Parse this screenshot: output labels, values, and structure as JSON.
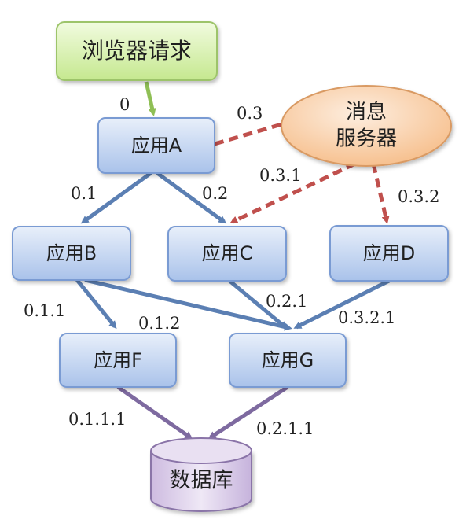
{
  "nodes": {
    "browser_request": "浏览器请求",
    "app_a": "应用A",
    "message_server_line1": "消息",
    "message_server_line2": "服务器",
    "app_b": "应用B",
    "app_c": "应用C",
    "app_d": "应用D",
    "app_f": "应用F",
    "app_g": "应用G",
    "database": "数据库"
  },
  "edges": [
    {
      "from": "browser_request",
      "to": "app_a",
      "label": "0",
      "style": "green-solid"
    },
    {
      "from": "app_a",
      "to": "message_server",
      "label": "0.3",
      "style": "red-dashed"
    },
    {
      "from": "message_server",
      "to": "app_c",
      "label": "0.3.1",
      "style": "red-dashed"
    },
    {
      "from": "message_server",
      "to": "app_d",
      "label": "0.3.2",
      "style": "red-dashed"
    },
    {
      "from": "app_a",
      "to": "app_b",
      "label": "0.1",
      "style": "blue-solid"
    },
    {
      "from": "app_a",
      "to": "app_c",
      "label": "0.2",
      "style": "blue-solid"
    },
    {
      "from": "app_b",
      "to": "app_f",
      "label": "0.1.1",
      "style": "blue-solid"
    },
    {
      "from": "app_b",
      "to": "app_g",
      "label": "0.1.2",
      "style": "blue-solid"
    },
    {
      "from": "app_c",
      "to": "app_g",
      "label": "0.2.1",
      "style": "blue-solid"
    },
    {
      "from": "app_d",
      "to": "app_g",
      "label": "0.3.2.1",
      "style": "blue-solid"
    },
    {
      "from": "app_f",
      "to": "database",
      "label": "0.1.1.1",
      "style": "purple-solid"
    },
    {
      "from": "app_g",
      "to": "database",
      "label": "0.2.1.1",
      "style": "purple-solid"
    }
  ],
  "colors": {
    "app_fill_top": "#e8effa",
    "app_fill_bottom": "#a9c2ea",
    "app_stroke": "#7a9bd3",
    "browser_fill_top": "#f1fbdf",
    "browser_fill_bottom": "#c5e88f",
    "browser_stroke": "#9dc46a",
    "server_fill_top": "#fdeee0",
    "server_fill_bottom": "#f6bd89",
    "server_stroke": "#d99a63",
    "db_fill": "#ddd0ea",
    "db_stroke": "#8a74a8",
    "edge_blue": "#5b7fb3",
    "edge_red": "#c0504d",
    "edge_green": "#8fbf55",
    "edge_purple": "#7e6aa0"
  }
}
